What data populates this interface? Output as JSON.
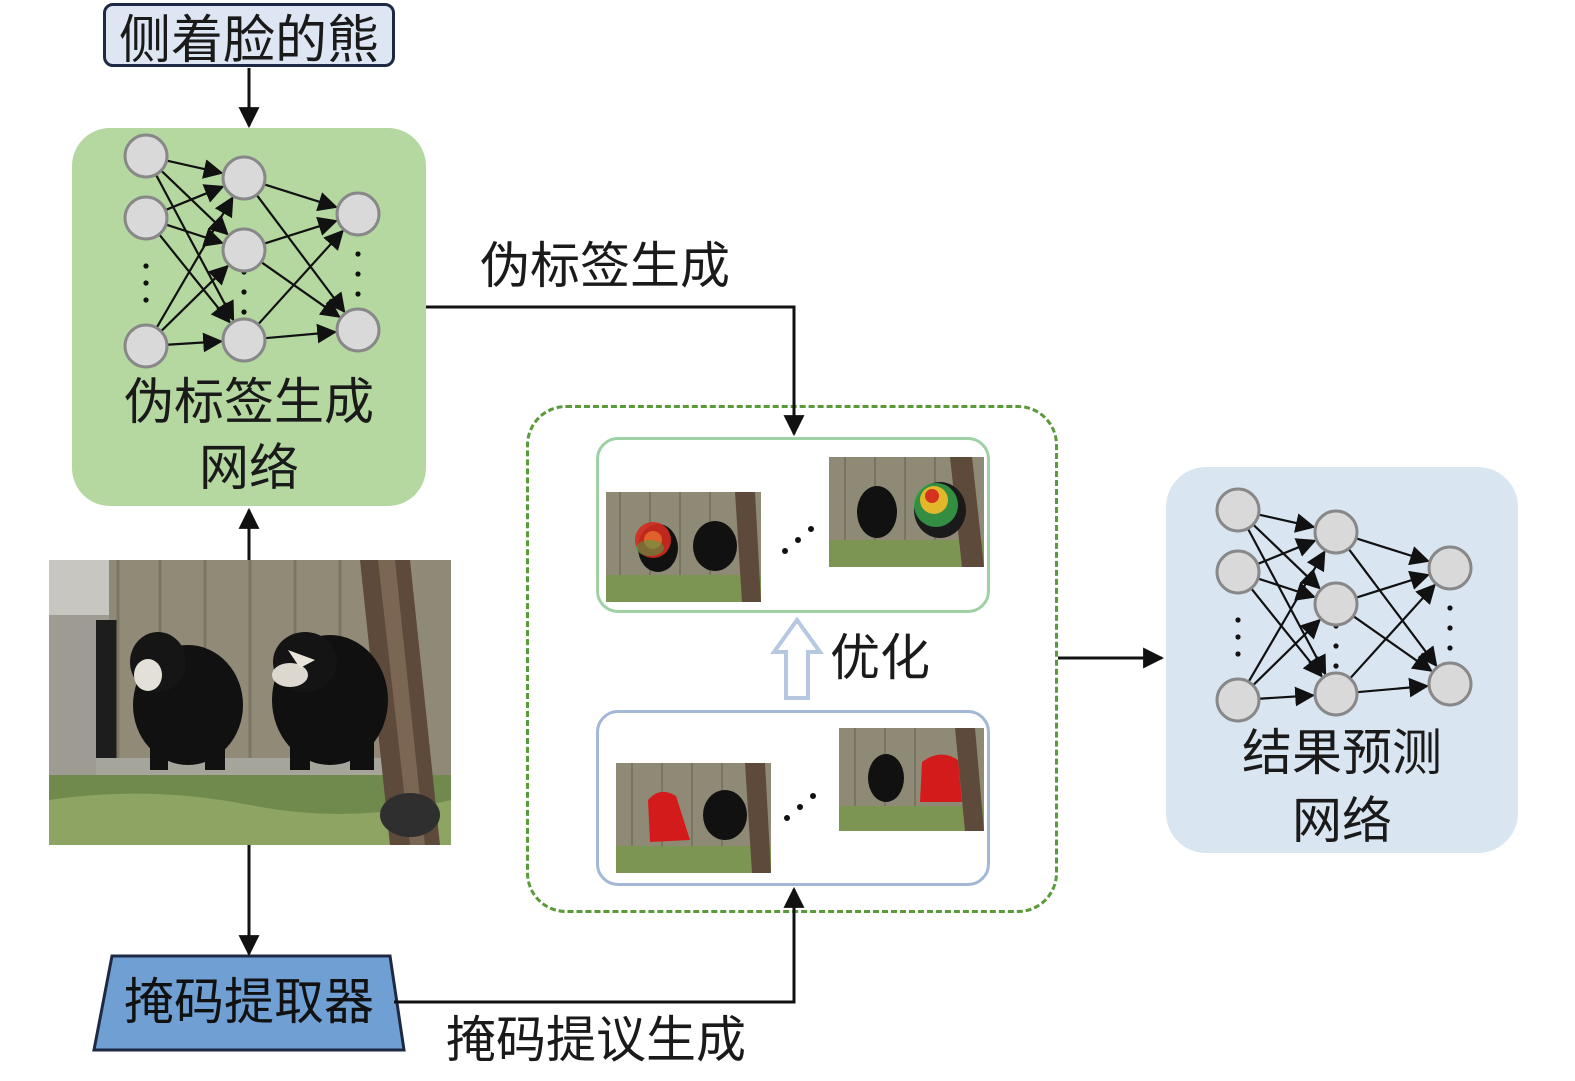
{
  "query_label": "侧着脸的熊",
  "pseudo_label_network": {
    "line1": "伪标签生成",
    "line2": "网络"
  },
  "pseudo_label_edge": "伪标签生成",
  "refine_label": "优化",
  "result_network": {
    "line1": "结果预测",
    "line2": "网络"
  },
  "mask_extractor": "掩码提取器",
  "mask_proposal_edge": "掩码提议生成",
  "colors": {
    "pseudo_net_bg": "#b5d8a1",
    "result_net_bg": "#d9e6f1",
    "query_box_bg": "#dde6f2",
    "extractor_bg": "#6f9fd3",
    "refine_border": "#5a9a3a",
    "heat_panel_border": "#9fd1a5",
    "mask_panel_border": "#a3b7d6",
    "node_fill": "#d9d9d9",
    "node_stroke": "#888888"
  }
}
